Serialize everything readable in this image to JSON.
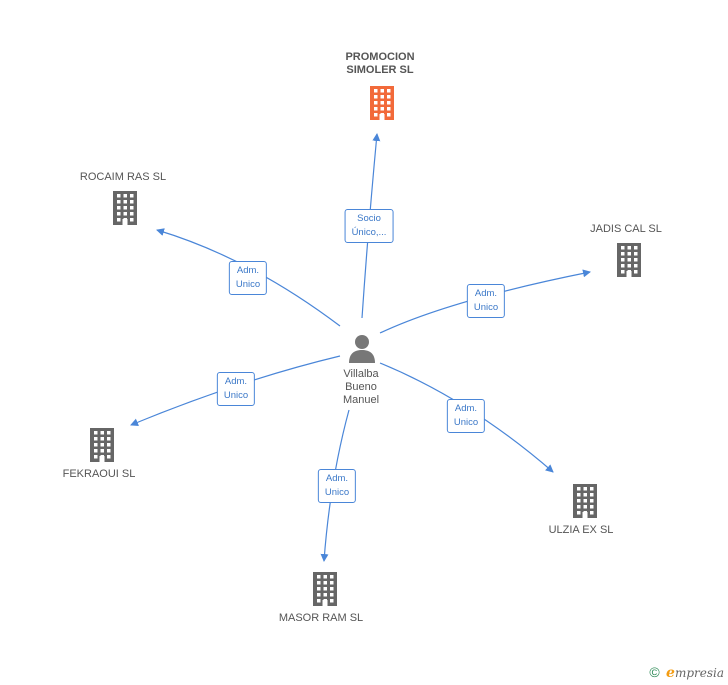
{
  "center": {
    "label": "Villalba Bueno Manuel",
    "icon": "person-icon"
  },
  "companies": [
    {
      "id": "promocion",
      "label": "PROMOCION SIMOLER SL",
      "main": true,
      "color": "#f26a3a"
    },
    {
      "id": "rocaim",
      "label": "ROCAIM RAS SL",
      "color": "#666666"
    },
    {
      "id": "jadis",
      "label": "JADIS CAL SL",
      "color": "#666666"
    },
    {
      "id": "fekraoui",
      "label": "FEKRAOUI SL",
      "color": "#666666"
    },
    {
      "id": "ulzia",
      "label": "ULZIA EX SL",
      "color": "#666666"
    },
    {
      "id": "masor",
      "label": "MASOR RAM SL",
      "color": "#666666"
    }
  ],
  "relations": [
    {
      "to": "promocion",
      "label": "Socio Único,..."
    },
    {
      "to": "rocaim",
      "label": "Adm. Unico"
    },
    {
      "to": "jadis",
      "label": "Adm. Unico"
    },
    {
      "to": "fekraoui",
      "label": "Adm. Unico"
    },
    {
      "to": "ulzia",
      "label": "Adm. Unico"
    },
    {
      "to": "masor",
      "label": "Adm. Unico"
    }
  ],
  "footer": {
    "copyright": "©",
    "brand_initial": "e",
    "brand_rest": "mpresia"
  },
  "colors": {
    "link": "#4a86d8",
    "main": "#f26a3a",
    "building": "#666666"
  }
}
